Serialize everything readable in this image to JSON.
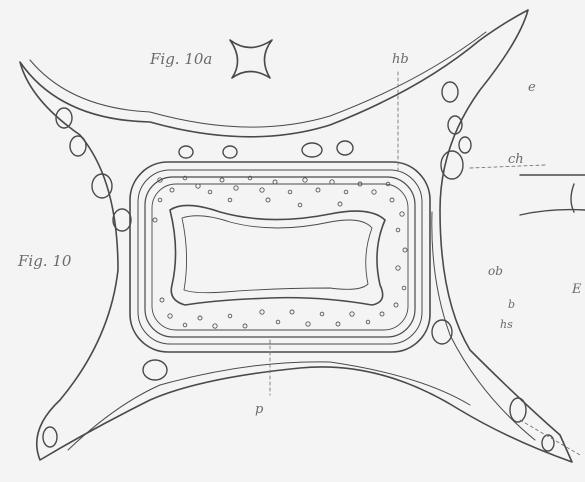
{
  "labels": {
    "fig_10a": "Fig. 10a",
    "fig_main": "Fig. 10",
    "hb": "hb",
    "e": "e",
    "ch": "ch",
    "ob": "ob",
    "p": "p",
    "hs": "hs",
    "b": "b",
    "edge_right": "E"
  }
}
